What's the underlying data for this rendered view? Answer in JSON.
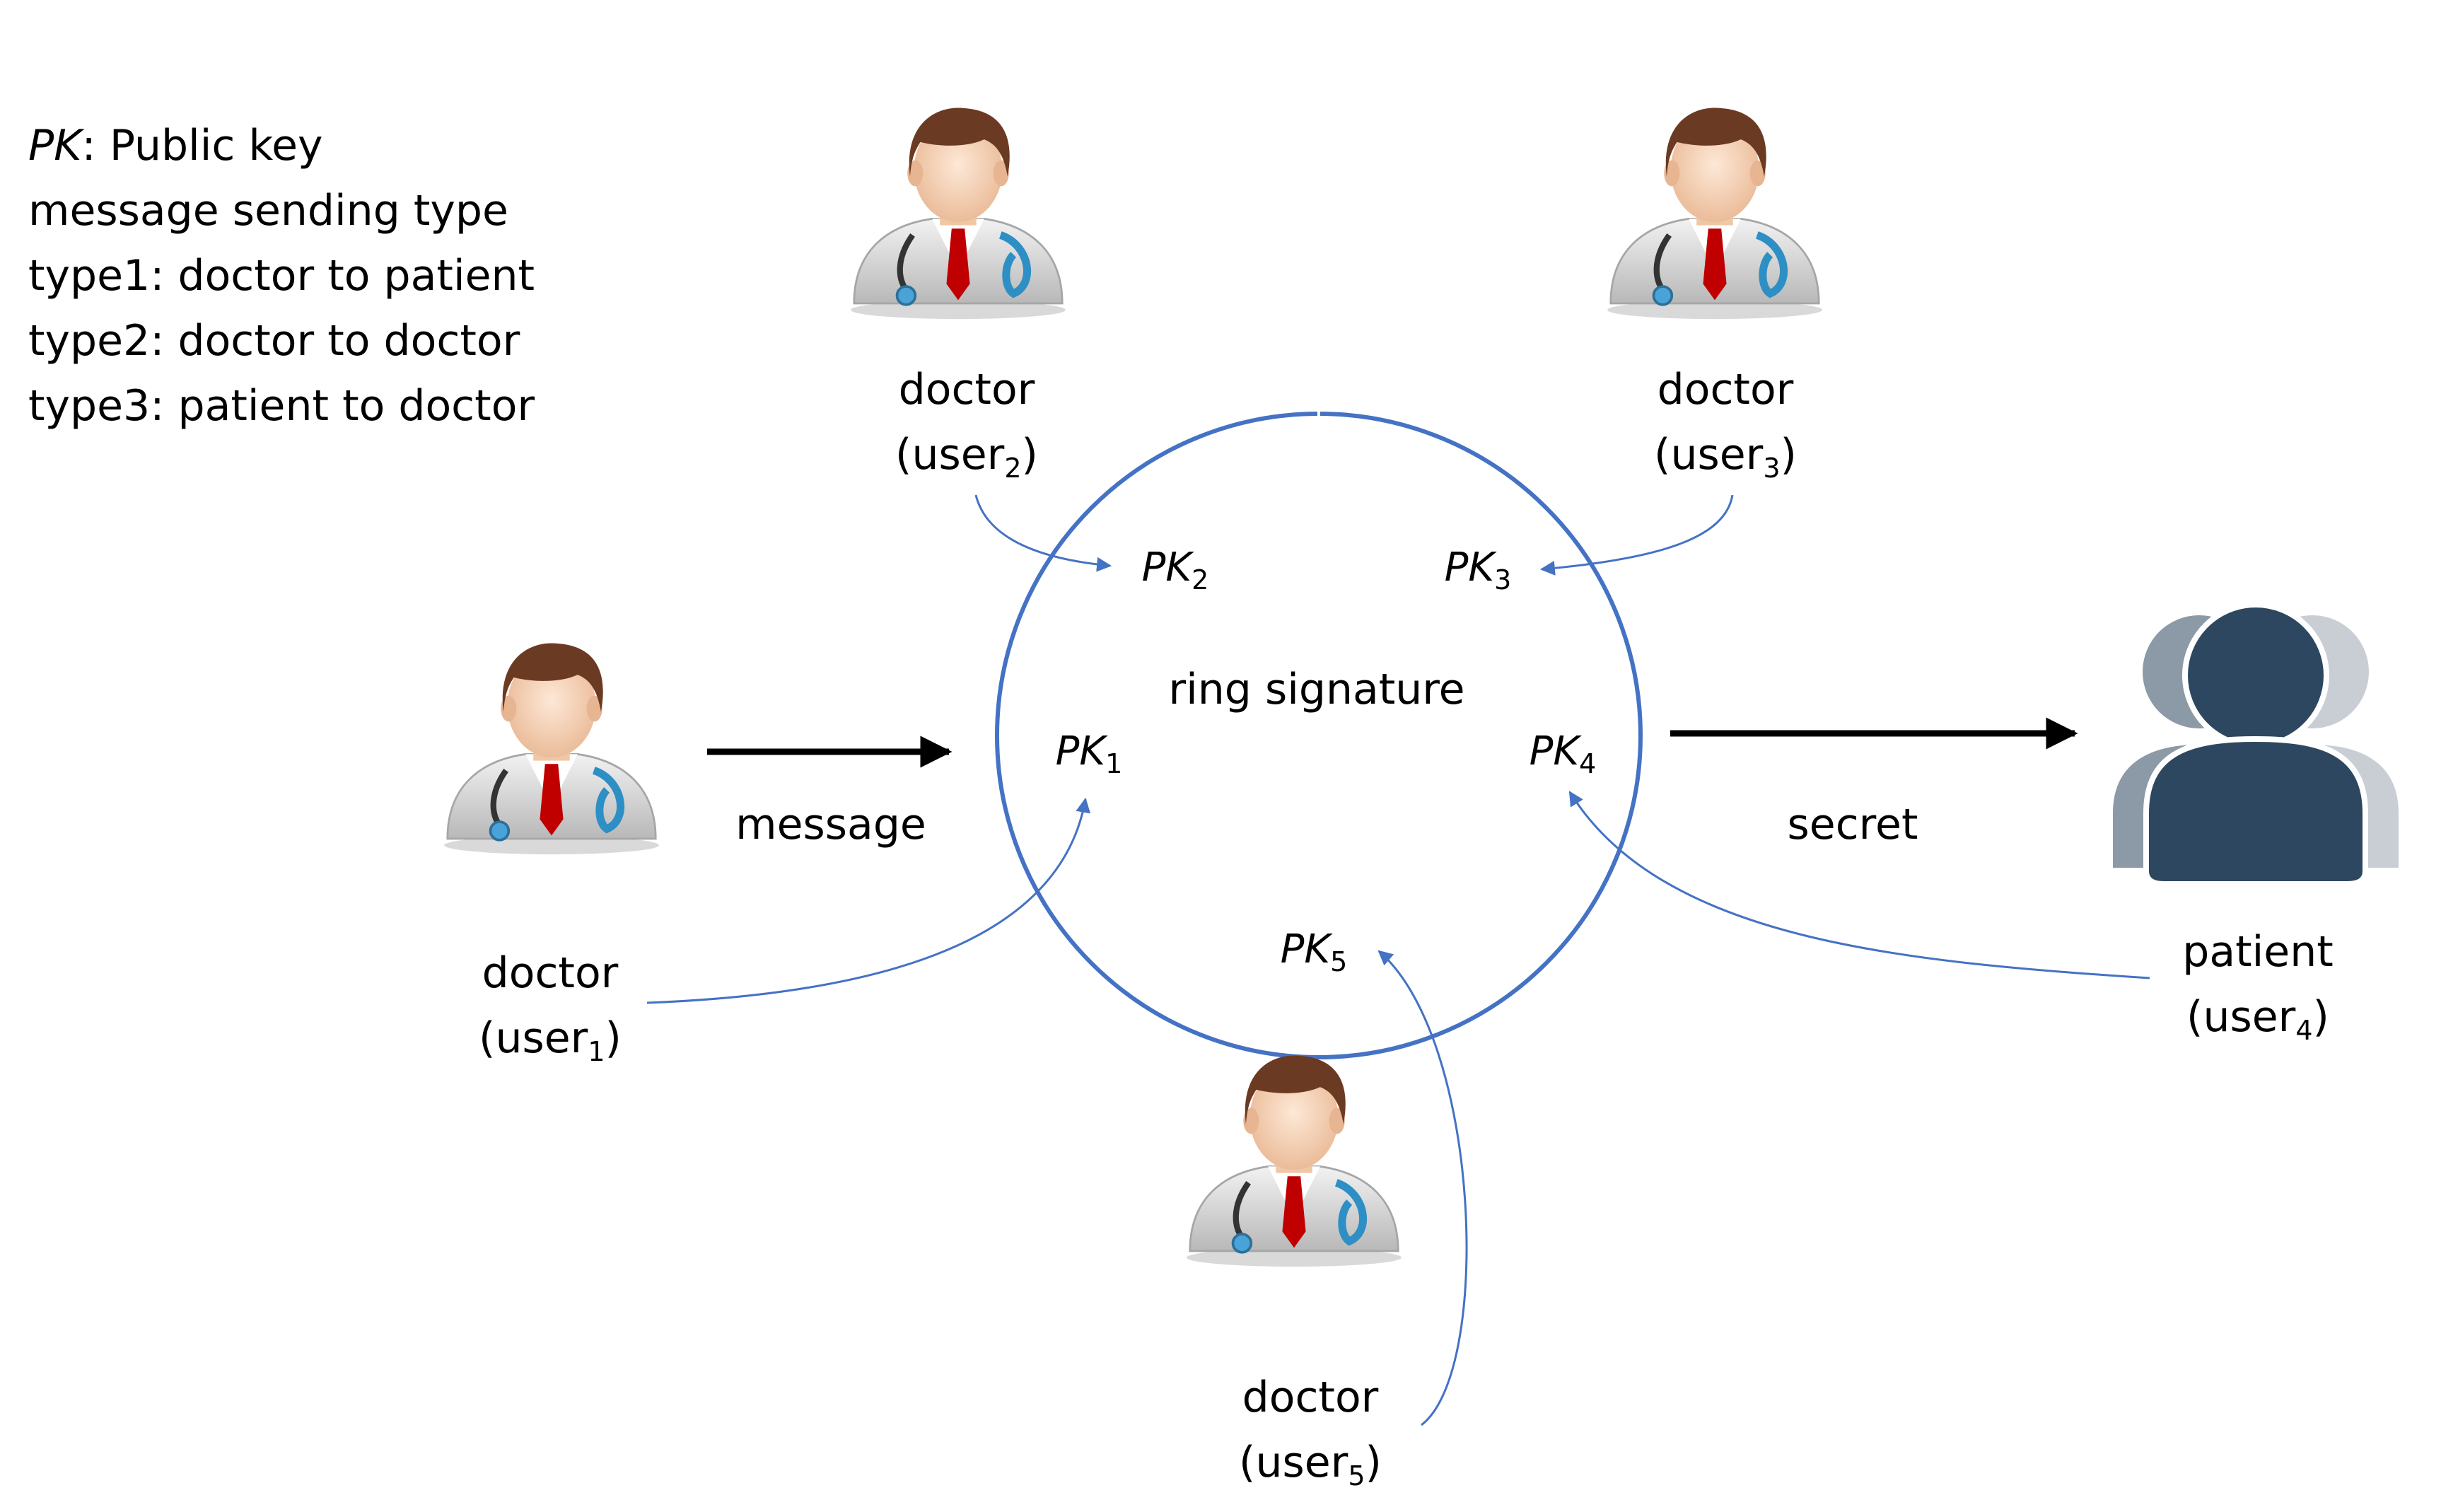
{
  "legend": {
    "pk_abbrev": "PK",
    "pk_meaning": ": Public key",
    "line2": "message sending type",
    "line3": "type1: doctor to patient",
    "line4": "type2: doctor to doctor",
    "line5": "type3: patient to doctor"
  },
  "ring": {
    "label": "ring signature"
  },
  "keys": [
    {
      "prefix": "PK",
      "sub": "1"
    },
    {
      "prefix": "PK",
      "sub": "2"
    },
    {
      "prefix": "PK",
      "sub": "3"
    },
    {
      "prefix": "PK",
      "sub": "4"
    },
    {
      "prefix": "PK",
      "sub": "5"
    }
  ],
  "users": [
    {
      "role": "doctor",
      "name_prefix": "(user",
      "sub": "1",
      "close": ")"
    },
    {
      "role": "doctor",
      "name_prefix": "(user",
      "sub": "2",
      "close": ")"
    },
    {
      "role": "doctor",
      "name_prefix": "(user",
      "sub": "3",
      "close": ")"
    },
    {
      "role": "patient",
      "name_prefix": "(user",
      "sub": "4",
      "close": ")"
    },
    {
      "role": "doctor",
      "name_prefix": "(user",
      "sub": "5",
      "close": ")"
    }
  ],
  "arrows": {
    "message": "message",
    "secret": "secret"
  },
  "colors": {
    "ring": "#4472c4",
    "link": "#4472c4",
    "patient_front": "#2e4760",
    "patient_back": "#8c99a6",
    "coat": "#d9d9d9",
    "tie": "#c00000",
    "hair": "#6b3a22",
    "skin": "#f5d3b5"
  }
}
